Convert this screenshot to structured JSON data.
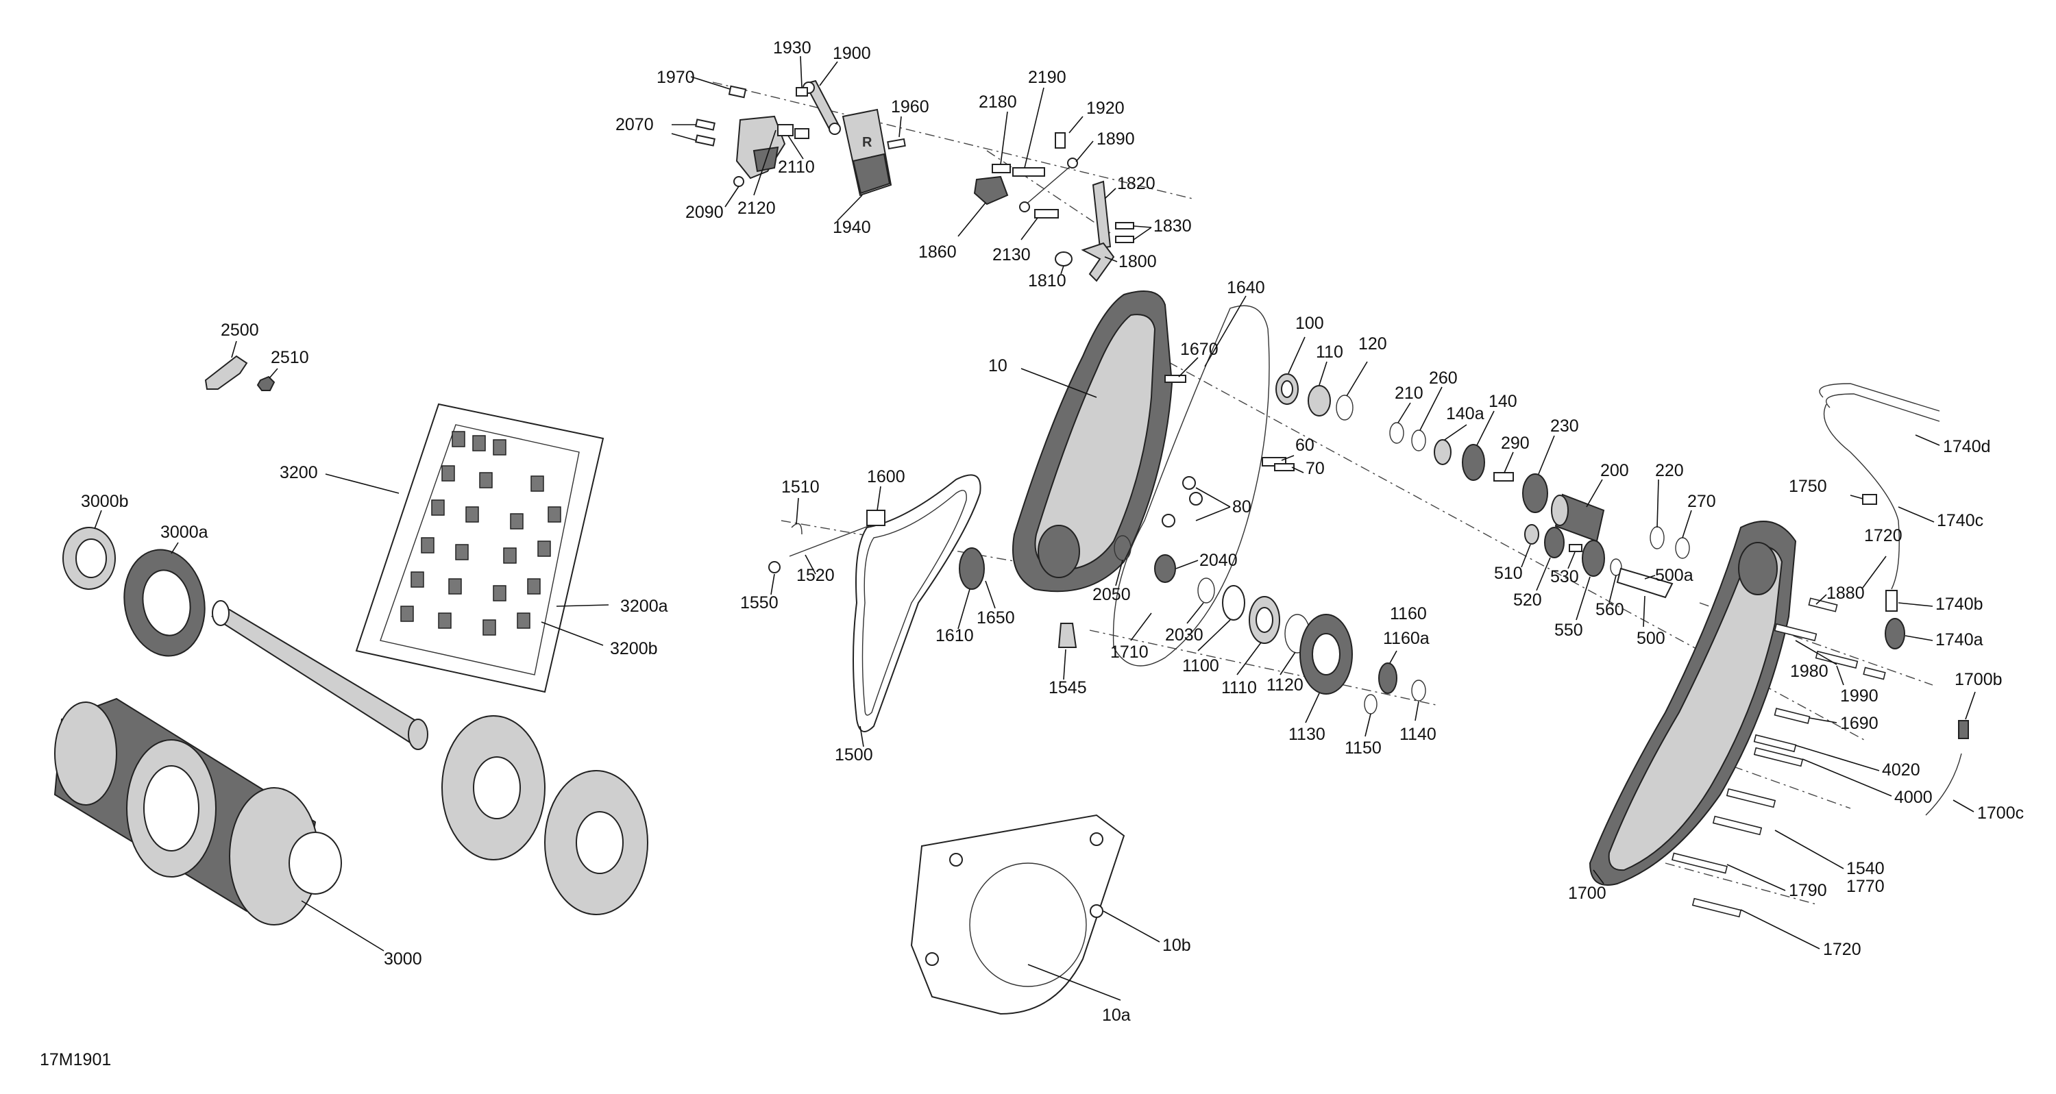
{
  "figure_id": "17M1901",
  "callouts": [
    {
      "label": "1970"
    },
    {
      "label": "1930"
    },
    {
      "label": "1900"
    },
    {
      "label": "1960"
    },
    {
      "label": "2070"
    },
    {
      "label": "2110"
    },
    {
      "label": "2120"
    },
    {
      "label": "2090"
    },
    {
      "label": "1940"
    },
    {
      "label": "2180"
    },
    {
      "label": "2190"
    },
    {
      "label": "1920"
    },
    {
      "label": "1890"
    },
    {
      "label": "1820"
    },
    {
      "label": "1830"
    },
    {
      "label": "1800"
    },
    {
      "label": "1810"
    },
    {
      "label": "2130"
    },
    {
      "label": "1860"
    },
    {
      "label": "2500"
    },
    {
      "label": "2510"
    },
    {
      "label": "3200"
    },
    {
      "label": "3000b"
    },
    {
      "label": "3000a"
    },
    {
      "label": "3200a"
    },
    {
      "label": "3200b"
    },
    {
      "label": "3000"
    },
    {
      "label": "1510"
    },
    {
      "label": "1600"
    },
    {
      "label": "1520"
    },
    {
      "label": "1550"
    },
    {
      "label": "1610"
    },
    {
      "label": "1650"
    },
    {
      "label": "1500"
    },
    {
      "label": "1545"
    },
    {
      "label": "10"
    },
    {
      "label": "1640"
    },
    {
      "label": "1670"
    },
    {
      "label": "100"
    },
    {
      "label": "110"
    },
    {
      "label": "120"
    },
    {
      "label": "60"
    },
    {
      "label": "70"
    },
    {
      "label": "80"
    },
    {
      "label": "2040"
    },
    {
      "label": "2050"
    },
    {
      "label": "1710"
    },
    {
      "label": "2030"
    },
    {
      "label": "1100"
    },
    {
      "label": "1110"
    },
    {
      "label": "1120"
    },
    {
      "label": "1130"
    },
    {
      "label": "1160"
    },
    {
      "label": "1160a"
    },
    {
      "label": "1150"
    },
    {
      "label": "1140"
    },
    {
      "label": "210"
    },
    {
      "label": "260"
    },
    {
      "label": "140a"
    },
    {
      "label": "140"
    },
    {
      "label": "290"
    },
    {
      "label": "230"
    },
    {
      "label": "200"
    },
    {
      "label": "220"
    },
    {
      "label": "270"
    },
    {
      "label": "510"
    },
    {
      "label": "530"
    },
    {
      "label": "520"
    },
    {
      "label": "550"
    },
    {
      "label": "560"
    },
    {
      "label": "500a"
    },
    {
      "label": "500"
    },
    {
      "label": "1740d"
    },
    {
      "label": "1750"
    },
    {
      "label": "1740c"
    },
    {
      "label": "1720"
    },
    {
      "label": "1880"
    },
    {
      "label": "1740b"
    },
    {
      "label": "1740a"
    },
    {
      "label": "1980"
    },
    {
      "label": "1990"
    },
    {
      "label": "1700b"
    },
    {
      "label": "1690"
    },
    {
      "label": "4020"
    },
    {
      "label": "4000"
    },
    {
      "label": "1700c"
    },
    {
      "label": "1540"
    },
    {
      "label": "1770"
    },
    {
      "label": "1790"
    },
    {
      "label": "1700"
    },
    {
      "label": "1720"
    },
    {
      "label": "10b"
    },
    {
      "label": "10a"
    }
  ]
}
